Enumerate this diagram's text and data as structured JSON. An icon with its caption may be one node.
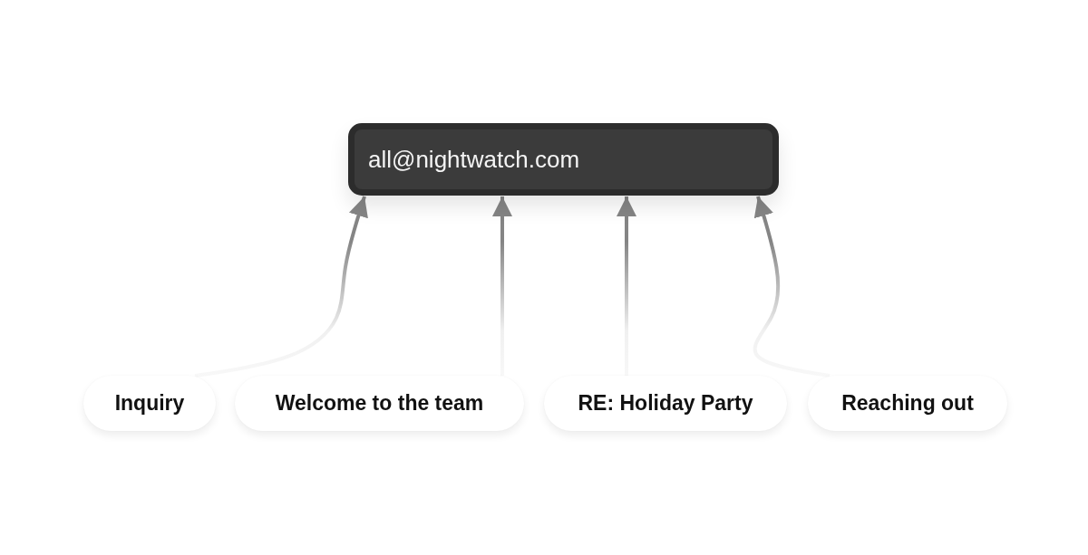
{
  "diagram": {
    "nodes": [
      {
        "text": [
          "all@nightwatch.com"
        ]
      },
      {
        "text": [
          "Inquiry"
        ]
      },
      {
        "text": [
          "Welcome to the team"
        ]
      },
      {
        "text": [
          "RE: Holiday Party"
        ]
      },
      {
        "text": [
          "Reaching out"
        ]
      }
    ],
    "edges": [
      {
        "from": 1,
        "to": 0,
        "arrow": "to"
      },
      {
        "from": 2,
        "to": 0,
        "arrow": "to"
      },
      {
        "from": 3,
        "to": 0,
        "arrow": "to"
      },
      {
        "from": 4,
        "to": 0,
        "arrow": "to"
      }
    ]
  }
}
